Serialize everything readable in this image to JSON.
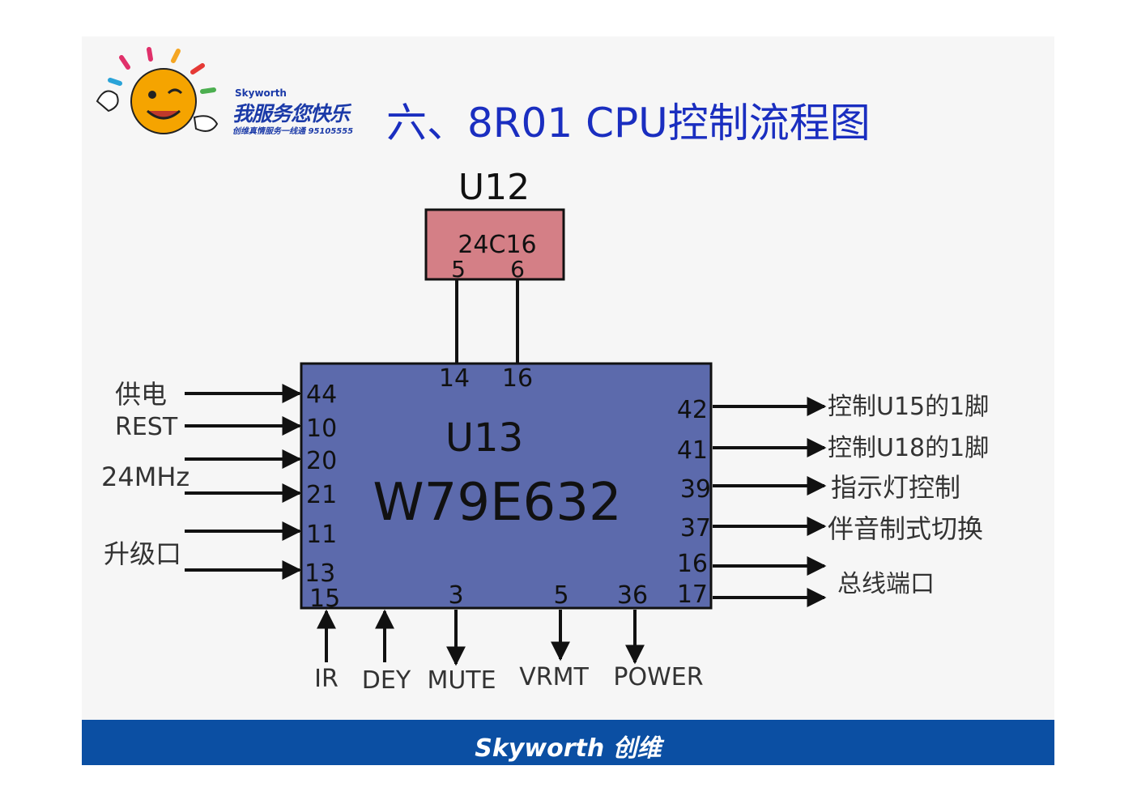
{
  "header": {
    "title": "六、8R01 CPU控制流程图",
    "logo_brand": "Skyworth",
    "logo_slogan": "我服务您快乐",
    "logo_hotline": "创维真情服务一线通 95105555",
    "logo_icon": "sun-mascot-icon"
  },
  "diagram": {
    "eeprom": {
      "designator": "U12",
      "part": "24C16",
      "pins": [
        "5",
        "6"
      ]
    },
    "cpu": {
      "designator": "U13",
      "part": "W79E632",
      "top_pins": [
        "14",
        "16"
      ],
      "left_pins": [
        "44",
        "10",
        "20",
        "21",
        "11",
        "13",
        "15"
      ],
      "right_pins": [
        "42",
        "41",
        "39",
        "37",
        "16",
        "17"
      ],
      "bottom_pins": [
        "3",
        "5",
        "36"
      ]
    },
    "inputs": {
      "power": "供电",
      "reset": "REST",
      "crystal": "24MHz",
      "upgrade": "升级口"
    },
    "outputs": {
      "u15": "控制U15的1脚",
      "u18": "控制U18的1脚",
      "led": "指示灯控制",
      "sound": "伴音制式切换",
      "bus": "总线端口"
    },
    "bottom_signals": [
      "IR",
      "DEY",
      "MUTE",
      "VRMT",
      "POWER"
    ]
  },
  "colors": {
    "cpu_fill": "#5c6aac",
    "eeprom_fill": "#d47f86",
    "title": "#1a2ec0",
    "footer": "#0b4fa3"
  },
  "footer": {
    "brand": "Skyworth 创维"
  }
}
